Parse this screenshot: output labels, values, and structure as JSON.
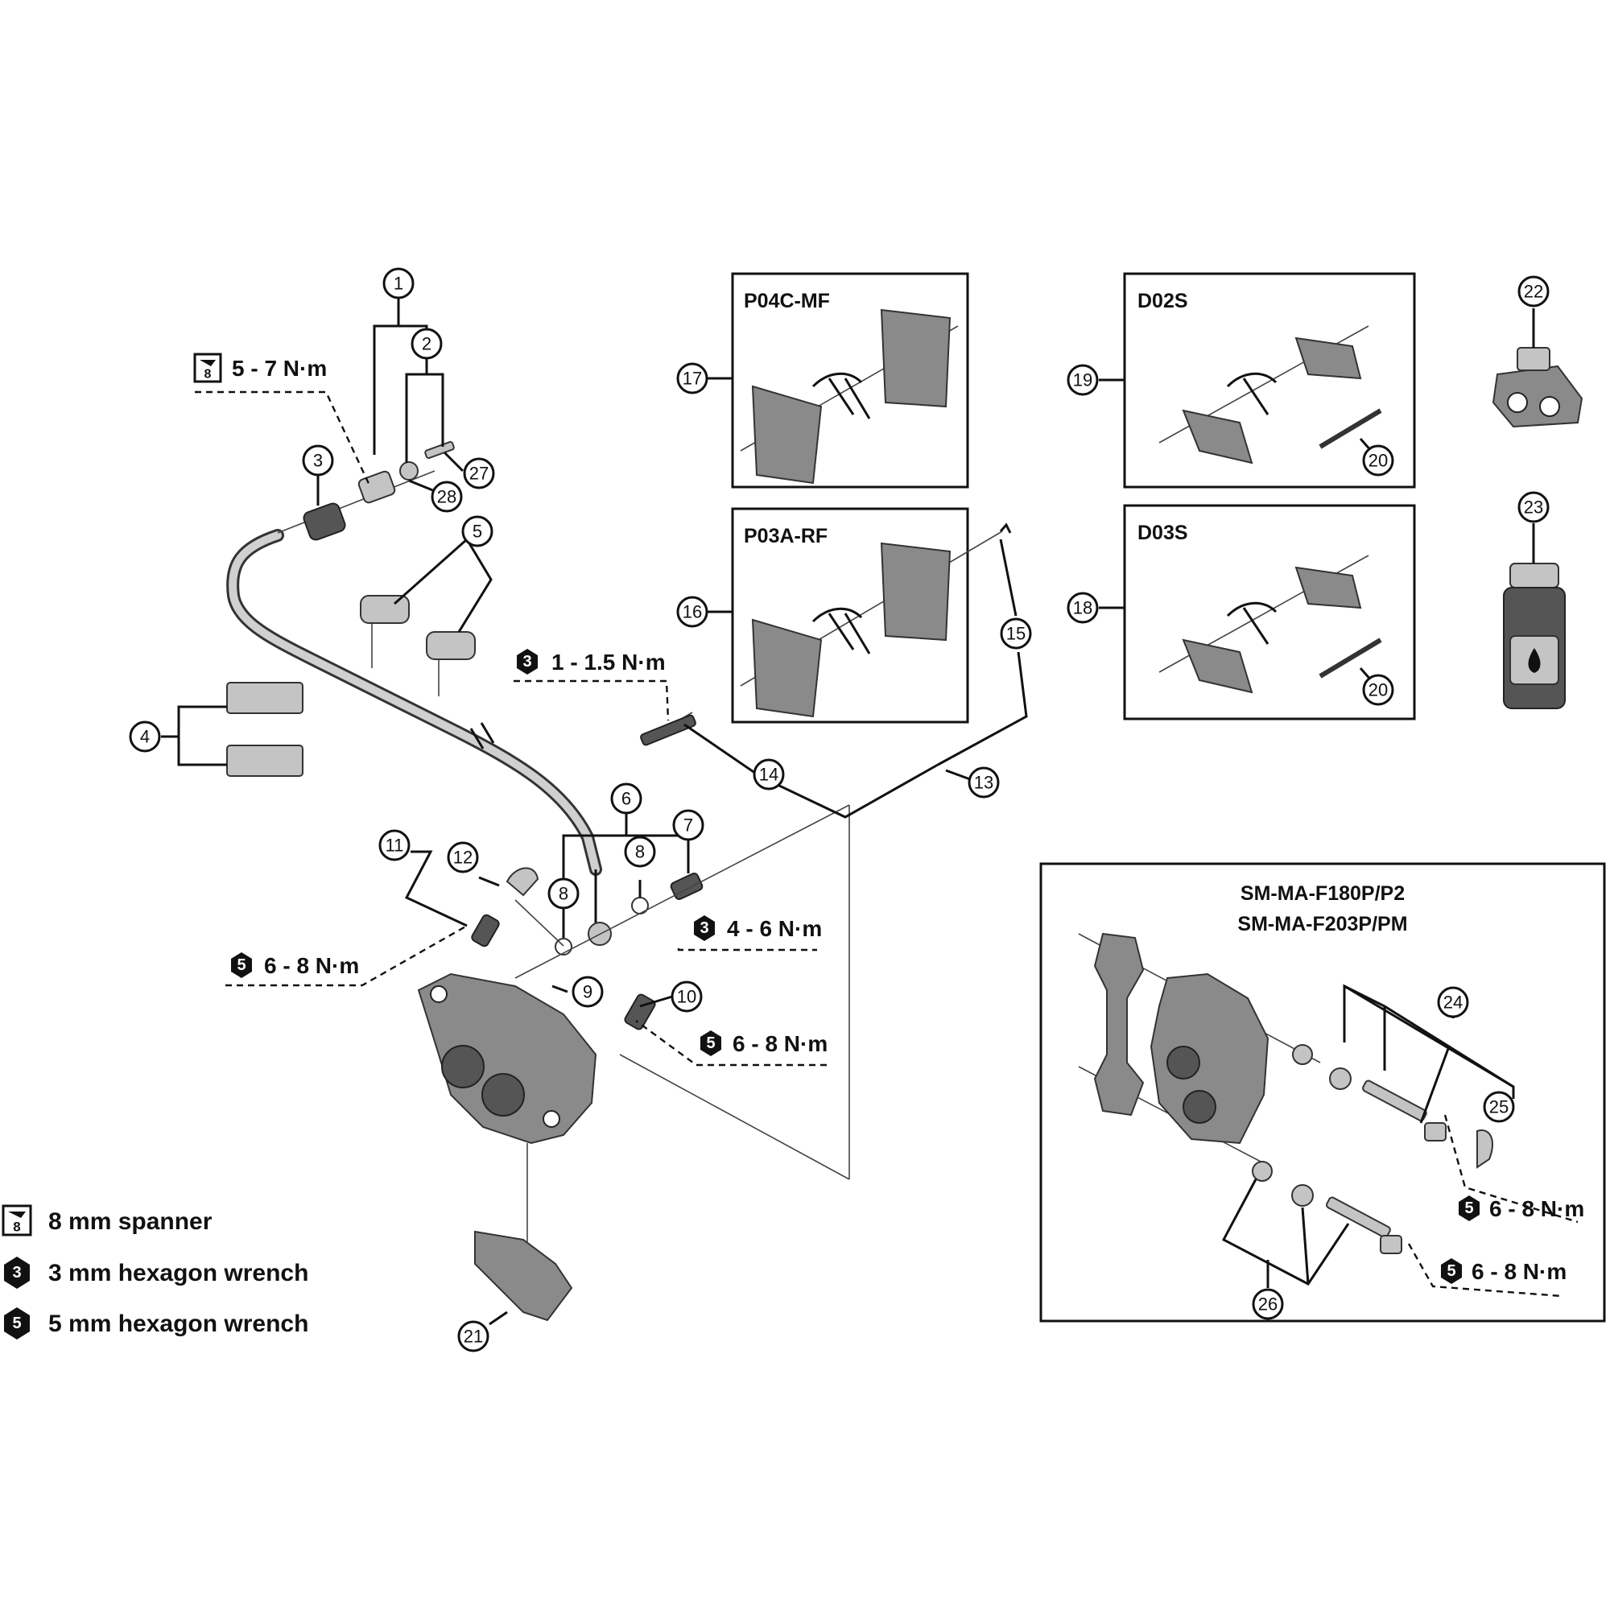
{
  "callouts": {
    "c1": "1",
    "c2": "2",
    "c3": "3",
    "c4": "4",
    "c5": "5",
    "c6": "6",
    "c7": "7",
    "c8a": "8",
    "c8b": "8",
    "c9": "9",
    "c10": "10",
    "c11": "11",
    "c12": "12",
    "c13": "13",
    "c14": "14",
    "c15": "15",
    "c16": "16",
    "c17": "17",
    "c18": "18",
    "c19": "19",
    "c20a": "20",
    "c20b": "20",
    "c21": "21",
    "c22": "22",
    "c23": "23",
    "c24": "24",
    "c25": "25",
    "c26": "26",
    "c27": "27",
    "c28": "28"
  },
  "pad_boxes": {
    "p04c": "P04C-MF",
    "p03a": "P03A-RF",
    "d02s": "D02S",
    "d03s": "D03S"
  },
  "adapter_box": {
    "title_line1": "SM-MA-F180P/P2",
    "title_line2": "SM-MA-F203P/PM"
  },
  "torques": {
    "t_spanner_5_7": "5 - 7 N·m",
    "t_hex3_1_15": "1 - 1.5 N·m",
    "t_hex3_4_6": "4 - 6 N·m",
    "t_hex5_6_8_left": "6 - 8 N·m",
    "t_hex5_6_8_bolt10": "6 - 8 N·m",
    "t_hex5_6_8_adapter_top": "6 - 8 N·m",
    "t_hex5_6_8_adapter_bottom": "6 - 8 N·m"
  },
  "tool_icons": {
    "spanner": "8",
    "hex3": "3",
    "hex5": "5"
  },
  "legend": {
    "spanner": "8 mm spanner",
    "hex3": "3 mm hexagon wrench",
    "hex5": "5 mm hexagon wrench"
  }
}
